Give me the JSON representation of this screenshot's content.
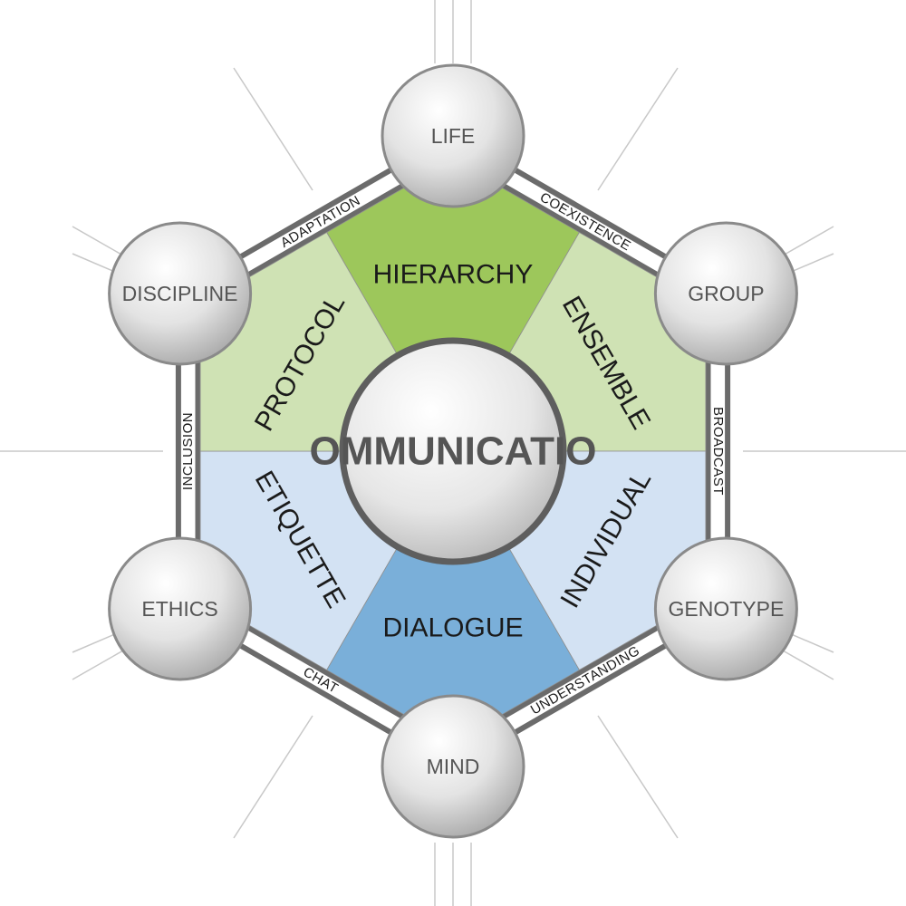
{
  "center": {
    "label": "OMMUNICATIO"
  },
  "segments": [
    {
      "label": "HIERARCHY",
      "fill": "#9dc75b"
    },
    {
      "label": "ENSEMBLE",
      "fill": "#cfe2b4"
    },
    {
      "label": "INDIVIDUAL",
      "fill": "#d3e2f3"
    },
    {
      "label": "DIALOGUE",
      "fill": "#7aafd9"
    },
    {
      "label": "ETIQUETTE",
      "fill": "#d3e2f3"
    },
    {
      "label": "PROTOCOL",
      "fill": "#cfe2b4"
    }
  ],
  "nodes": [
    {
      "label": "LIFE"
    },
    {
      "label": "GROUP"
    },
    {
      "label": "GENOTYPE"
    },
    {
      "label": "MIND"
    },
    {
      "label": "ETHICS"
    },
    {
      "label": "DISCIPLINE"
    }
  ],
  "edges": [
    {
      "label": "COEXISTENCE"
    },
    {
      "label": "BROADCAST"
    },
    {
      "label": "UNDERSTANDING"
    },
    {
      "label": "CHAT"
    },
    {
      "label": "INCLUSION"
    },
    {
      "label": "ADAPTATION"
    }
  ],
  "colors": {
    "frame": "#6b6b6b",
    "ray": "#c8c8c8",
    "node_stroke": "#8a8a8a",
    "center_stroke": "#5e5e5e"
  }
}
